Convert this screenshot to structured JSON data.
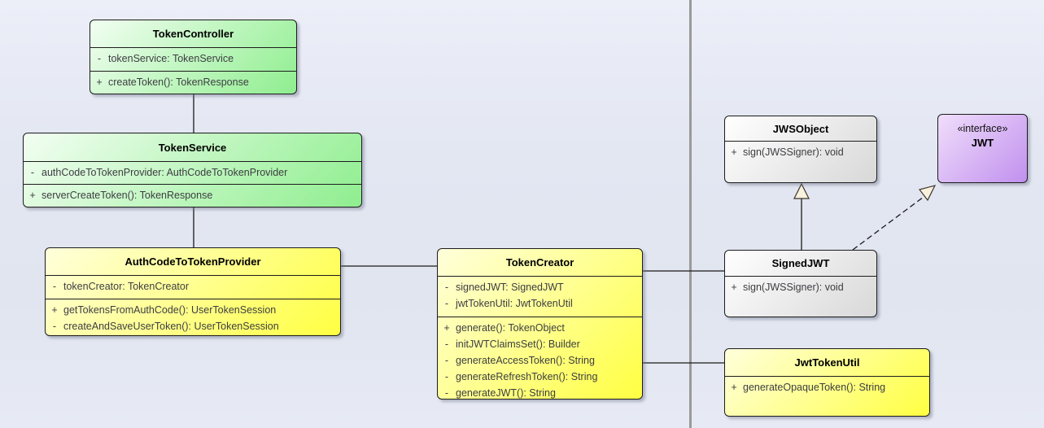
{
  "palette": {
    "border": "#1c1c1c",
    "divider": "#9a9a9a",
    "green_light": "#f2fef2",
    "green_dark": "#8fee8f",
    "yellow_light": "#ffffdc",
    "yellow_dark": "#ffff42",
    "gray_light": "#ffffff",
    "gray_dark": "#d8d8d8",
    "purple_light": "#f0defb",
    "purple_dark": "#c190ee",
    "arrowhead_fill": "#f8f1dd",
    "line_color": "#1a1a1a"
  },
  "classes": {
    "token_controller": {
      "name": "TokenController",
      "attributes": [
        {
          "vis": "-",
          "text": "tokenService: TokenService"
        }
      ],
      "methods": [
        {
          "vis": "+",
          "text": "createToken(): TokenResponse"
        }
      ]
    },
    "token_service": {
      "name": "TokenService",
      "attributes": [
        {
          "vis": "-",
          "text": "authCodeToTokenProvider: AuthCodeToTokenProvider"
        }
      ],
      "methods": [
        {
          "vis": "+",
          "text": "serverCreateToken(): TokenResponse"
        }
      ]
    },
    "auth_code_to_token_provider": {
      "name": "AuthCodeToTokenProvider",
      "attributes": [
        {
          "vis": "-",
          "text": "tokenCreator: TokenCreator"
        }
      ],
      "methods": [
        {
          "vis": "+",
          "text": "getTokensFromAuthCode(): UserTokenSession"
        },
        {
          "vis": "-",
          "text": "createAndSaveUserToken(): UserTokenSession"
        }
      ]
    },
    "token_creator": {
      "name": "TokenCreator",
      "attributes": [
        {
          "vis": "-",
          "text": "signedJWT: SignedJWT"
        },
        {
          "vis": "-",
          "text": "jwtTokenUtil: JwtTokenUtil"
        }
      ],
      "methods": [
        {
          "vis": "+",
          "text": "generate(): TokenObject"
        },
        {
          "vis": "-",
          "text": "initJWTClaimsSet(): Builder"
        },
        {
          "vis": "-",
          "text": "generateAccessToken(): String"
        },
        {
          "vis": "-",
          "text": "generateRefreshToken(): String"
        },
        {
          "vis": "-",
          "text": "generateJWT(): String"
        }
      ]
    },
    "jws_object": {
      "name": "JWSObject",
      "methods": [
        {
          "vis": "+",
          "text": "sign(JWSSigner): void"
        }
      ]
    },
    "jwt_interface": {
      "stereotype": "«interface»",
      "name": "JWT"
    },
    "signed_jwt": {
      "name": "SignedJWT",
      "methods": [
        {
          "vis": "+",
          "text": "sign(JWSSigner): void"
        }
      ]
    },
    "jwt_token_util": {
      "name": "JwtTokenUtil",
      "methods": [
        {
          "vis": "+",
          "text": "generateOpaqueToken(): String"
        }
      ]
    }
  },
  "relationships": [
    {
      "from": "TokenController",
      "to": "TokenService",
      "type": "association"
    },
    {
      "from": "TokenService",
      "to": "AuthCodeToTokenProvider",
      "type": "association"
    },
    {
      "from": "AuthCodeToTokenProvider",
      "to": "TokenCreator",
      "type": "association"
    },
    {
      "from": "TokenCreator",
      "to": "SignedJWT",
      "type": "association"
    },
    {
      "from": "TokenCreator",
      "to": "JwtTokenUtil",
      "type": "association"
    },
    {
      "from": "SignedJWT",
      "to": "JWSObject",
      "type": "generalization"
    },
    {
      "from": "SignedJWT",
      "to": "JWT",
      "type": "realization"
    }
  ]
}
